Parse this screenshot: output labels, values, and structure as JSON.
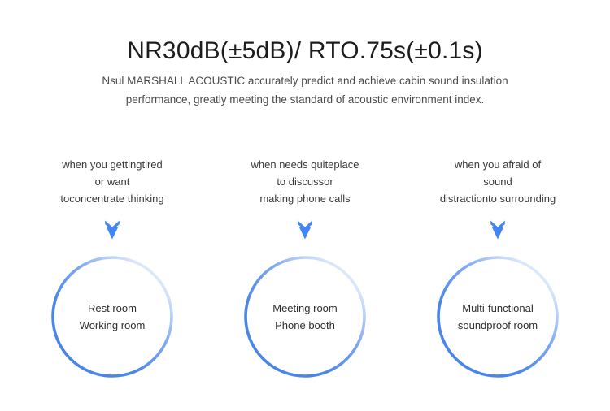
{
  "header": {
    "title": "NR30dB(±5dB)/ RTO.75s(±0.1s)",
    "subtitle_line1": "Nsul MARSHALL ACOUSTIC accurately predict and achieve cabin sound insulation",
    "subtitle_line2": "performance, greatly meeting the standard of acoustic environment index."
  },
  "colors": {
    "accent_blue": "#4a86e8",
    "arrow_blue": "#4285f4",
    "title_text": "#1d1d1d",
    "body_text": "#4b4b4b",
    "background": "#ffffff"
  },
  "columns": [
    {
      "caption_line1": "when you gettingtired",
      "caption_line2": "or want",
      "caption_line3": "toconcentrate thinking",
      "arrow_icon": "chevron-double-down-icon",
      "circle_line1": "Rest room",
      "circle_line2": "Working room"
    },
    {
      "caption_line1": "when needs quiteplace",
      "caption_line2": "to discussor",
      "caption_line3": "making phone calls",
      "arrow_icon": "chevron-double-down-icon",
      "circle_line1": "Meeting room",
      "circle_line2": "Phone booth"
    },
    {
      "caption_line1": "when you afraid of",
      "caption_line2": "sound",
      "caption_line3": "distractionto surrounding",
      "arrow_icon": "chevron-double-down-icon",
      "circle_line1": "Multi-functional",
      "circle_line2": "soundproof room"
    }
  ]
}
